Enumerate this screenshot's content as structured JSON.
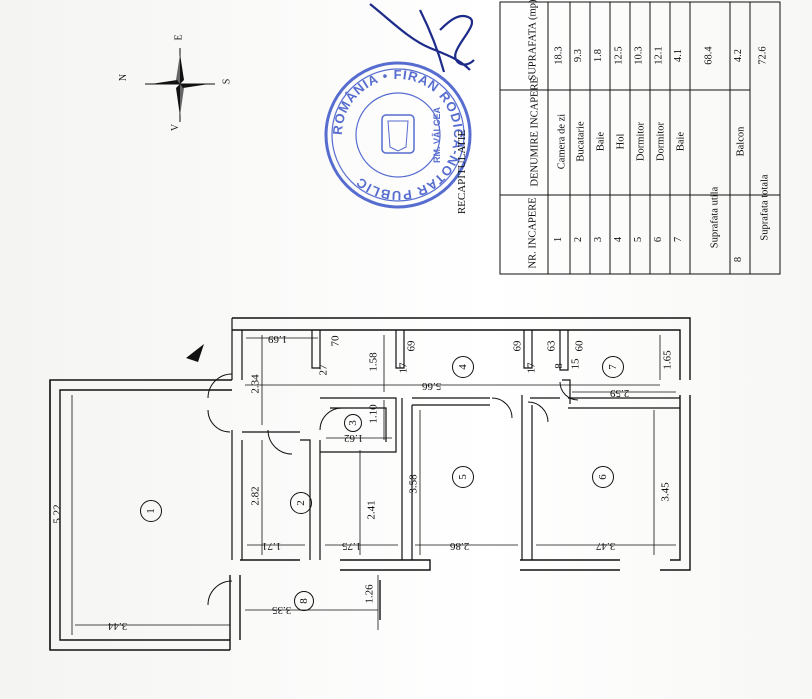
{
  "plan": {
    "rooms": [
      {
        "number": "1"
      },
      {
        "number": "2"
      },
      {
        "number": "3"
      },
      {
        "number": "4"
      },
      {
        "number": "5"
      },
      {
        "number": "6"
      },
      {
        "number": "7"
      },
      {
        "number": "8"
      }
    ],
    "dimensions": {
      "d_522": "5.22",
      "d_344": "3.44",
      "d_282": "2.82",
      "d_241": "2.41",
      "d_171": "1.71",
      "d_175": "1.75",
      "d_286": "2.86",
      "d_358": "3.58",
      "d_345": "3.45",
      "d_347": "3.47",
      "d_234": "2.34",
      "d_158": "1.58",
      "d_110": "1.10",
      "d_162": "1.62",
      "d_566": "5.66",
      "d_259": "2.59",
      "d_165": "1.65",
      "d_169": "1.69",
      "d_335": "3.35",
      "d_126": "1.26",
      "d_70": "70",
      "d_69a": "69",
      "d_69b": "69",
      "d_63": "63",
      "d_60": "60",
      "d_27": "27",
      "d_17a": "17",
      "d_17b": "17",
      "d_8": "8",
      "d_15": "15"
    }
  },
  "compass": {
    "north": "N",
    "east": "E",
    "south": "S",
    "west": "V"
  },
  "stamp": {
    "text": "ROMÂNIA • FIRAN RODICA-NOTAR PUBLIC",
    "inner": "RM. VÂLCEA"
  },
  "table": {
    "title": "RECAPITULATIE",
    "headers": {
      "nr": "NR. INCAPERE",
      "name": "DENUMIRE INCAPERE",
      "area": "SUPRAFATA (mp)"
    },
    "rows": [
      {
        "nr": "1",
        "name": "Camera de zi",
        "area": "18.3"
      },
      {
        "nr": "2",
        "name": "Bucatarie",
        "area": "9.3"
      },
      {
        "nr": "3",
        "name": "Baie",
        "area": "1.8"
      },
      {
        "nr": "4",
        "name": "Hol",
        "area": "12.5"
      },
      {
        "nr": "5",
        "name": "Dormitor",
        "area": "10.3"
      },
      {
        "nr": "6",
        "name": "Dormitor",
        "area": "12.1"
      },
      {
        "nr": "7",
        "name": "Baie",
        "area": "4.1"
      }
    ],
    "useful": {
      "label": "Suprafata utila",
      "area": "68.4"
    },
    "balcony": {
      "nr": "8",
      "name": "Balcon",
      "area": "4.2"
    },
    "total": {
      "label": "Suprafata totala",
      "area": "72.6"
    }
  },
  "colors": {
    "ink": "#111111",
    "stamp": "#3a54c8",
    "signature": "#1c2a8a"
  }
}
